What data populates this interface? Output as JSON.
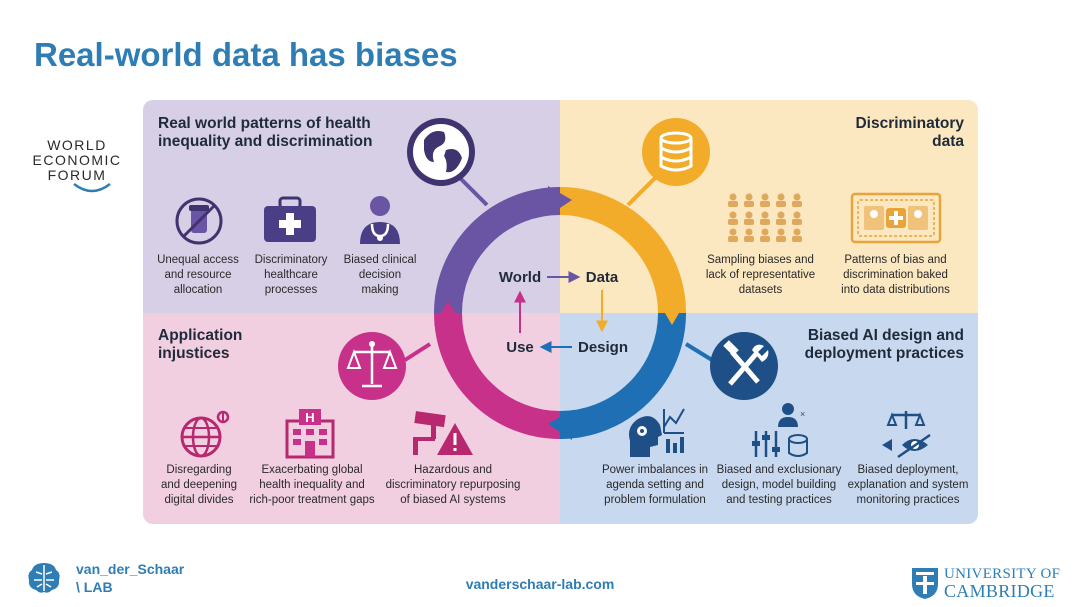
{
  "slide": {
    "title": "Real-world data has biases"
  },
  "logo_wef": {
    "line1": "WORLD",
    "line2": "ECONOMIC",
    "line3": "FORUM"
  },
  "quadrants": {
    "top_left": {
      "title_line1": "Real world patterns of health",
      "title_line2": "inequality and discrimination",
      "items": [
        {
          "icon": "no-medicine-icon",
          "caption": "Unequal access\nand resource\nallocation"
        },
        {
          "icon": "medical-kit-icon",
          "caption": "Discriminatory\nhealthcare\nprocesses"
        },
        {
          "icon": "doctor-icon",
          "caption": "Biased clinical\ndecision\nmaking"
        }
      ],
      "hub_icon": "globe-icon"
    },
    "top_right": {
      "title_line1": "Discriminatory",
      "title_line2": "data",
      "items": [
        {
          "icon": "people-grid-icon",
          "caption": "Sampling biases and\nlack of representative\ndatasets"
        },
        {
          "icon": "biased-patterns-icon",
          "caption": "Patterns of bias and\ndiscrimination baked\ninto data distributions"
        }
      ],
      "hub_icon": "database-icon"
    },
    "bottom_left": {
      "title_line1": "Application",
      "title_line2": "injustices",
      "items": [
        {
          "icon": "network-globe-icon",
          "caption": "Disregarding\nand deepening\ndigital divides"
        },
        {
          "icon": "hospital-icon",
          "caption": "Exacerbating global\nhealth inequality and\nrich-poor treatment gaps"
        },
        {
          "icon": "camera-warning-icon",
          "caption": "Hazardous and\ndiscriminatory repurposing\nof biased AI systems"
        }
      ],
      "hub_icon": "scales-icon"
    },
    "bottom_right": {
      "title_line1": "Biased AI design and",
      "title_line2": "deployment practices",
      "items": [
        {
          "icon": "head-chart-icon",
          "caption": "Power imbalances in\nagenda setting and\nproblem formulation"
        },
        {
          "icon": "sliders-database-icon",
          "caption": "Biased and exclusionary\ndesign, model building\nand testing practices"
        },
        {
          "icon": "scales-eye-icon",
          "caption": "Biased deployment,\nexplanation and system\nmonitoring practices"
        }
      ],
      "hub_icon": "tools-icon"
    }
  },
  "cycle": {
    "labels": {
      "world": "World",
      "data": "Data",
      "design": "Design",
      "use": "Use"
    },
    "colors": {
      "purple": "#6a55a4",
      "orange": "#f2ac2a",
      "blue": "#1f6fb4",
      "magenta": "#c8318a"
    }
  },
  "footer": {
    "lab_name": "van_der_Schaar\n\\ LAB",
    "url": "vanderschaar-lab.com",
    "university_line1": "UNIVERSITY OF",
    "university_line2": "CAMBRIDGE"
  }
}
